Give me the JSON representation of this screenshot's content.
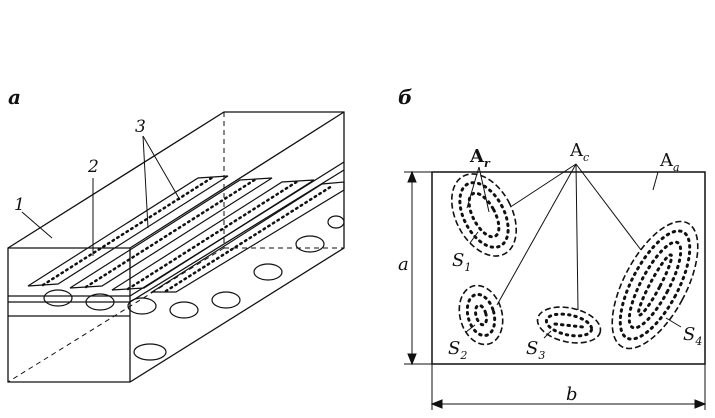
{
  "panels": [
    {
      "label": "a",
      "callouts": [
        "1",
        "2",
        "3"
      ]
    },
    {
      "label": "б",
      "area_labels": {
        "real": {
          "base": "A",
          "sub": "r"
        },
        "contour": {
          "base": "A",
          "sub": "c"
        },
        "apparent": {
          "base": "A",
          "sub": "a"
        }
      },
      "spots": [
        {
          "base": "S",
          "sub": "1"
        },
        {
          "base": "S",
          "sub": "2"
        },
        {
          "base": "S",
          "sub": "3"
        },
        {
          "base": "S",
          "sub": "4"
        }
      ],
      "dimensions": {
        "height": "a",
        "width": "b"
      }
    }
  ]
}
